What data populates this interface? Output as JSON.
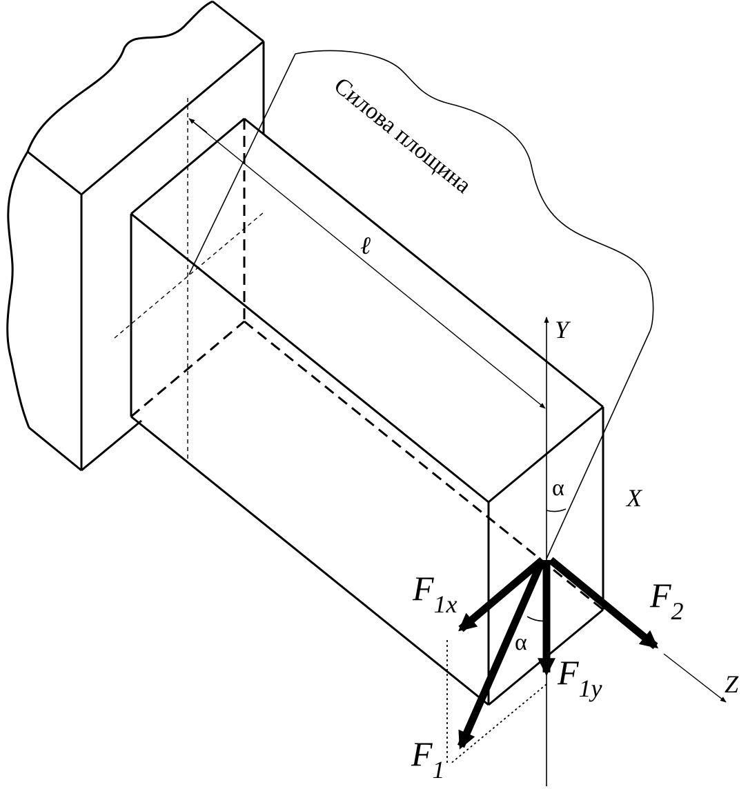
{
  "labels": {
    "plane": "Силова площина",
    "length": "ℓ",
    "axis_y": "Y",
    "axis_x": "X",
    "axis_z": "Z",
    "angle_top": "α",
    "angle_bottom": "α",
    "force_f1_base": "F",
    "force_f1_sub": "1",
    "force_f1x_base": "F",
    "force_f1x_sub": "1x",
    "force_f1y_base": "F",
    "force_f1y_sub": "1y",
    "force_f2_base": "F",
    "force_f2_sub": "2"
  },
  "colors": {
    "ink": "#000000",
    "background": "#ffffff"
  }
}
